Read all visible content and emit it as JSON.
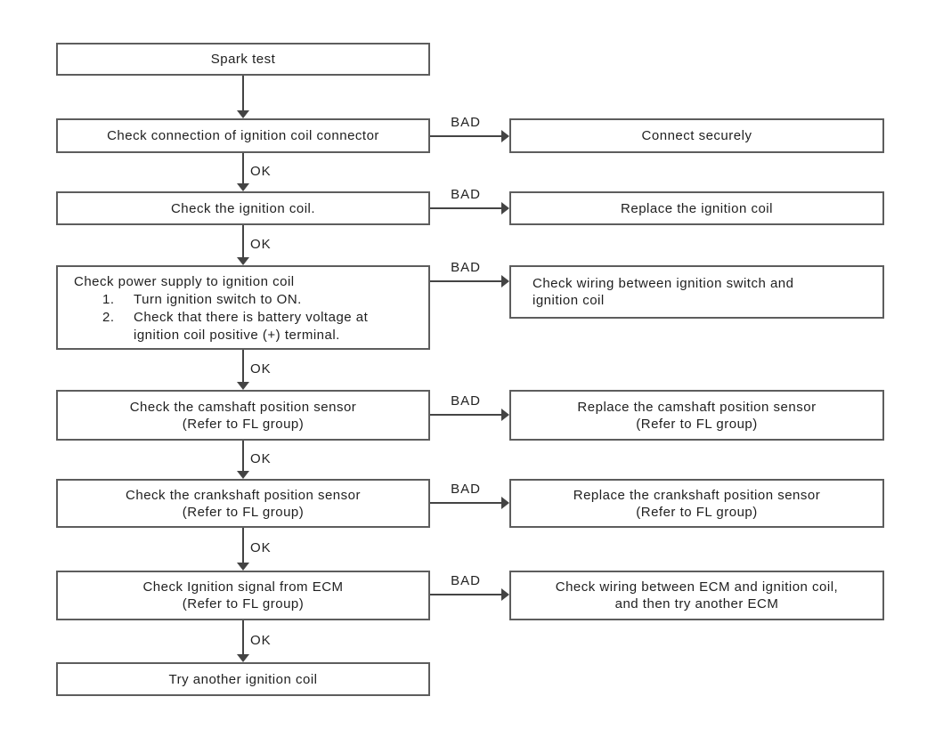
{
  "labels": {
    "ok": "OK",
    "bad": "BAD"
  },
  "colors": {
    "background": "#ffffff",
    "box_border": "#5d5d5d",
    "text": "#1f1f1f",
    "line": "#444444"
  },
  "flow": {
    "start": "Spark test",
    "end": "Try another ignition coil",
    "rows": [
      {
        "left": [
          "Check connection of ignition coil connector"
        ],
        "right": [
          "Connect securely"
        ]
      },
      {
        "left": [
          "Check the ignition coil."
        ],
        "right": [
          "Replace the ignition coil"
        ]
      },
      {
        "left": {
          "line1": "Check power supply to ignition coil",
          "item1_num": "1.",
          "item1": "Turn ignition switch to ON.",
          "item2_num": "2.",
          "item2": "Check that there is battery voltage at",
          "item2_cont": "ignition coil positive (+) terminal."
        },
        "right": [
          "Check wiring between ignition switch and",
          "ignition coil"
        ]
      },
      {
        "left": [
          "Check the camshaft position sensor",
          "(Refer to FL group)"
        ],
        "right": [
          "Replace the camshaft position sensor",
          "(Refer to FL group)"
        ]
      },
      {
        "left": [
          "Check the crankshaft position sensor",
          "(Refer to FL group)"
        ],
        "right": [
          "Replace the crankshaft position sensor",
          "(Refer to FL group)"
        ]
      },
      {
        "left": [
          "Check Ignition signal from ECM",
          "(Refer to FL group)"
        ],
        "right": [
          "Check wiring between ECM and ignition coil,",
          "and then try another ECM"
        ]
      }
    ]
  }
}
